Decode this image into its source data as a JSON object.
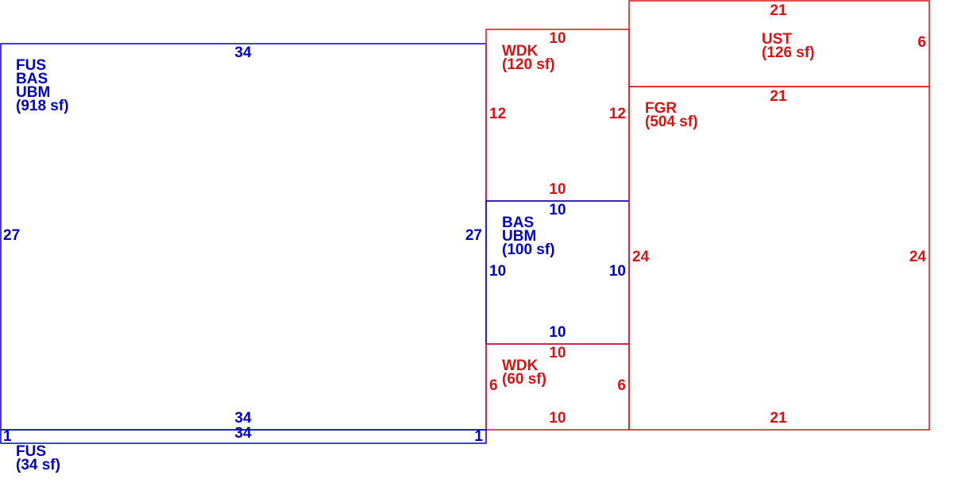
{
  "colors": {
    "living": "#0000cc",
    "other": "#dd1111"
  },
  "areas": [
    {
      "id": "main",
      "kind": "living",
      "lines": [
        "FUS",
        "BAS",
        "UBM",
        "(918 sf)"
      ],
      "dims": {
        "top": "34",
        "bottom": "34",
        "left": "27",
        "right": "27"
      }
    },
    {
      "id": "wdk-upper",
      "kind": "other",
      "lines": [
        "WDK",
        "(120 sf)"
      ],
      "dims": {
        "top": "10",
        "bottom": "10",
        "left": "12",
        "right": "12"
      }
    },
    {
      "id": "bas-addition",
      "kind": "living",
      "lines": [
        "BAS",
        "UBM",
        "(100 sf)"
      ],
      "dims": {
        "top": "10",
        "bottom": "10",
        "left": "10",
        "right": "10"
      }
    },
    {
      "id": "wdk-lower",
      "kind": "other",
      "lines": [
        "WDK",
        "(60 sf)"
      ],
      "dims": {
        "top": "10",
        "bottom": "10",
        "left": "6",
        "right": "6"
      }
    },
    {
      "id": "ust",
      "kind": "other",
      "lines": [
        "UST",
        "(126 sf)"
      ],
      "dims": {
        "top": "21",
        "right": "6"
      }
    },
    {
      "id": "fgr",
      "kind": "other",
      "lines": [
        "FGR",
        "(504 sf)"
      ],
      "dims": {
        "top": "21",
        "bottom": "21",
        "left": "24",
        "right": "24"
      }
    },
    {
      "id": "fus-strip",
      "kind": "living",
      "lines": [
        "FUS",
        "(34 sf)"
      ],
      "dims": {
        "top": "34",
        "left": "1",
        "right": "1"
      }
    }
  ]
}
